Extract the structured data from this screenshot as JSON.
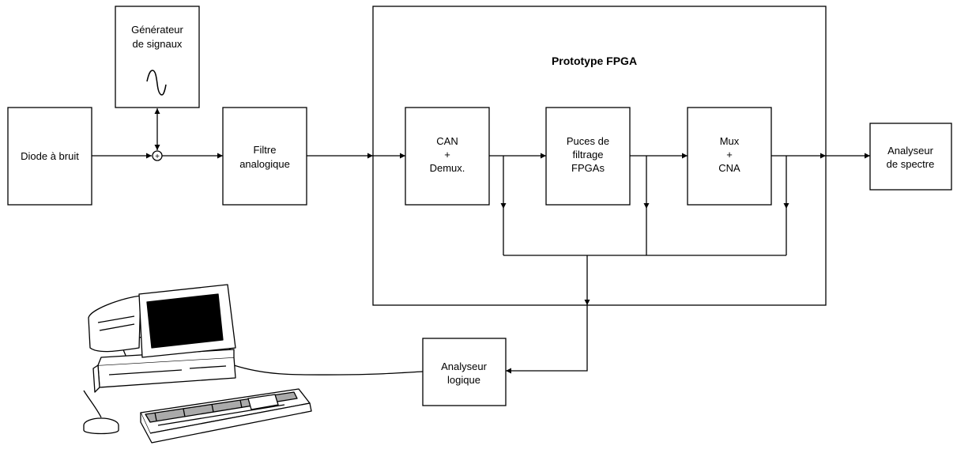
{
  "diagram": {
    "prototype_title": "Prototype FPGA",
    "diode": "Diode à bruit",
    "generator": [
      "Générateur",
      "de signaux"
    ],
    "filter": [
      "Filtre",
      "analogique"
    ],
    "can": [
      "CAN",
      "+",
      "Demux."
    ],
    "puces": [
      "Puces de",
      "filtrage",
      "FPGAs"
    ],
    "mux": [
      "Mux",
      "+",
      "CNA"
    ],
    "spectre": [
      "Analyseur",
      "de spectre"
    ],
    "logique": [
      "Analyseur",
      "logique"
    ],
    "adder_symbol": "+",
    "icons": [
      "sine-wave-icon",
      "computer-icon",
      "keyboard-icon",
      "mouse-icon"
    ]
  }
}
